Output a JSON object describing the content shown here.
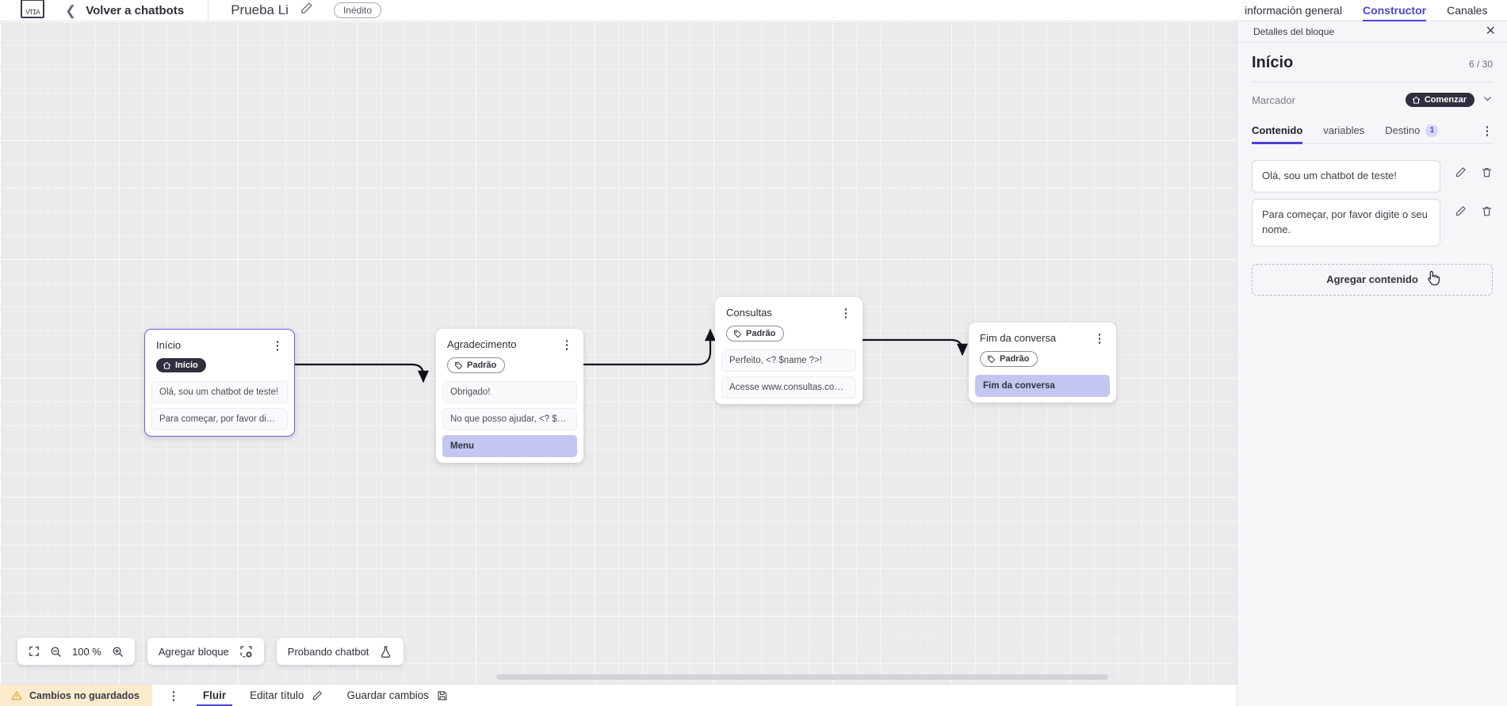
{
  "topbar": {
    "logo_alt": "vtia-logo",
    "back_label": "Volver a chatbots",
    "bot_title": "Prueba Li",
    "status_pill": "Inédito"
  },
  "right_tabs": [
    {
      "label": "información general",
      "active": false
    },
    {
      "label": "Constructor",
      "active": true
    },
    {
      "label": "Canales",
      "active": false
    }
  ],
  "canvas": {
    "nodes": [
      {
        "title": "Início",
        "badge": {
          "label": "Início",
          "style": "dark",
          "icon": "home-icon"
        },
        "rows": [
          {
            "text": "Olá, sou um chatbot de teste!",
            "accent": false
          },
          {
            "text": "Para começar, por favor digite o ...",
            "accent": false
          }
        ],
        "selected": true
      },
      {
        "title": "Agradecimento",
        "badge": {
          "label": "Padrão",
          "style": "outline",
          "icon": "tag-icon"
        },
        "rows": [
          {
            "text": "Obrigado!",
            "accent": false
          },
          {
            "text": "No que posso ajudar, <? $name ...",
            "accent": false
          },
          {
            "text": "Menu",
            "accent": true
          }
        ],
        "selected": false
      },
      {
        "title": "Consultas",
        "badge": {
          "label": "Padrão",
          "style": "outline",
          "icon": "tag-icon"
        },
        "rows": [
          {
            "text": "Perfeito, <? $name ?>!",
            "accent": false
          },
          {
            "text": "Acesse www.consultas.com par...",
            "accent": false
          }
        ],
        "selected": false
      },
      {
        "title": "Fim da conversa",
        "badge": {
          "label": "Padrão",
          "style": "outline",
          "icon": "tag-icon"
        },
        "rows": [
          {
            "text": "Fim da conversa",
            "accent": true
          }
        ],
        "selected": false
      }
    ]
  },
  "float_toolbar": {
    "fit_icon": "fit-screen-icon",
    "zoom_out_icon": "zoom-out-icon",
    "zoom_level": "100 %",
    "zoom_in_icon": "zoom-in-icon",
    "add_block_label": "Agregar bloque",
    "add_block_icon": "add-block-icon",
    "test_label": "Probando chatbot",
    "test_icon": "flask-icon"
  },
  "statusbar": {
    "unsaved_label": "Cambios no guardados",
    "warning_icon": "warning-icon",
    "kebab_icon": "kebab-icon",
    "flow_tab": "Fluir",
    "edit_title_label": "Editar título",
    "edit_title_icon": "pencil-icon",
    "save_label": "Guardar cambios",
    "save_icon": "save-icon"
  },
  "panel": {
    "header_title": "Detalles del bloque",
    "close_icon": "close-icon",
    "block_title": "Início",
    "counter": "6 / 30",
    "marker_label": "Marcador",
    "marker_value": "Comenzar",
    "marker_icon": "home-icon",
    "marker_chevron": "chevron-down-icon",
    "tabs": [
      {
        "label": "Contenido",
        "active": true,
        "badge": ""
      },
      {
        "label": "variables",
        "active": false,
        "badge": ""
      },
      {
        "label": "Destino",
        "active": false,
        "badge": "1"
      }
    ],
    "tabs_kebab": "kebab-icon",
    "contents": [
      {
        "text": "Olá, sou um chatbot de teste!",
        "edit_icon": "pencil-icon",
        "delete_icon": "trash-icon"
      },
      {
        "text": "Para começar, por favor digite o seu nome.",
        "edit_icon": "pencil-icon",
        "delete_icon": "trash-icon"
      }
    ],
    "add_content_label": "Agregar contenido"
  },
  "colors": {
    "accent": "#4b44d4",
    "node_accent_row": "#c3c6f0",
    "warning_bg": "#fdebcd",
    "dark_badge": "#2f2f40"
  }
}
